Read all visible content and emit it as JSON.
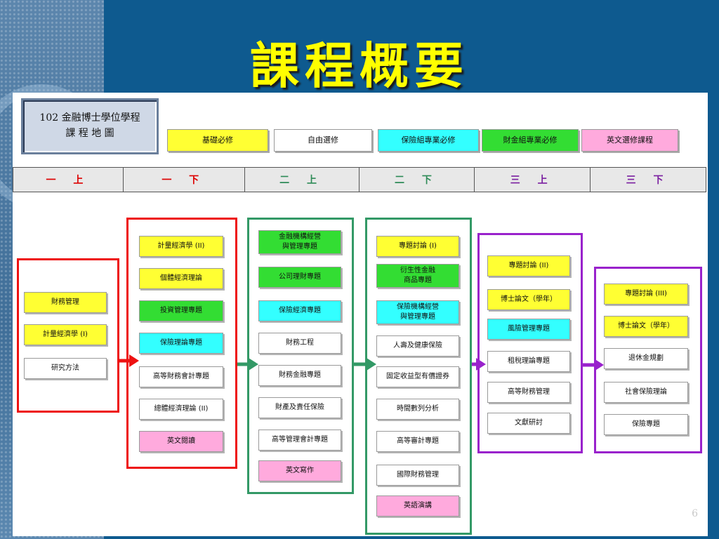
{
  "title": "課程概要",
  "page_number": "6",
  "program": {
    "line1": "102 金融博士學位學程",
    "line2": "課 程 地 圖"
  },
  "colors": {
    "required": "#ffff33",
    "elective": "#ffffff",
    "insurance": "#33ffff",
    "finance": "#33dd33",
    "english": "#ffaadd",
    "red": "#ee1111",
    "green": "#339966",
    "purple": "#9922cc"
  },
  "legend": [
    {
      "label": "基礎必修",
      "color": "#ffff33"
    },
    {
      "label": "自由選修",
      "color": "#ffffff"
    },
    {
      "label": "保險組專業必修",
      "color": "#33ffff"
    },
    {
      "label": "財金組專業必修",
      "color": "#33dd33"
    },
    {
      "label": "英文選修課程",
      "color": "#ffaadd"
    }
  ],
  "semesters": [
    {
      "label": "一 上",
      "color": "#dd0000"
    },
    {
      "label": "一 下",
      "color": "#dd0000"
    },
    {
      "label": "二 上",
      "color": "#2e8b57"
    },
    {
      "label": "二 下",
      "color": "#2e8b57"
    },
    {
      "label": "三 上",
      "color": "#7a1fa0"
    },
    {
      "label": "三 下",
      "color": "#7a1fa0"
    }
  ],
  "columns": [
    {
      "courses": [
        {
          "label": "財務管理",
          "color": "#ffff33"
        },
        {
          "label": "計量經濟學 (I)",
          "color": "#ffff33"
        },
        {
          "label": "研究方法",
          "color": "#ffffff"
        }
      ]
    },
    {
      "courses": [
        {
          "label": "計量經濟學 (II)",
          "color": "#ffff33"
        },
        {
          "label": "個體經濟理論",
          "color": "#ffff33"
        },
        {
          "label": "投資管理專題",
          "color": "#33dd33"
        },
        {
          "label": "保險理論專題",
          "color": "#33ffff"
        },
        {
          "label": "高等財務會計專題",
          "color": "#ffffff"
        },
        {
          "label": "總體經濟理論 (II)",
          "color": "#ffffff"
        },
        {
          "label": "英文閱讀",
          "color": "#ffaadd"
        }
      ]
    },
    {
      "courses": [
        {
          "label": "金融機構經營\n與管理專題",
          "color": "#33dd33"
        },
        {
          "label": "公司理財專題",
          "color": "#33dd33"
        },
        {
          "label": "保險經濟專題",
          "color": "#33ffff"
        },
        {
          "label": "財務工程",
          "color": "#ffffff"
        },
        {
          "label": "財務金融專題",
          "color": "#ffffff"
        },
        {
          "label": "財產及責任保險",
          "color": "#ffffff"
        },
        {
          "label": "高等管理會計專題",
          "color": "#ffffff"
        },
        {
          "label": "英文寫作",
          "color": "#ffaadd"
        }
      ]
    },
    {
      "courses": [
        {
          "label": "專題討論 (I)",
          "color": "#ffff33"
        },
        {
          "label": "衍生性金融\n商品專題",
          "color": "#33dd33"
        },
        {
          "label": "保險機構經營\n與管理專題",
          "color": "#33ffff"
        },
        {
          "label": "人壽及健康保險",
          "color": "#ffffff"
        },
        {
          "label": "固定收益型有價證券",
          "color": "#ffffff"
        },
        {
          "label": "時間數列分析",
          "color": "#ffffff"
        },
        {
          "label": "高等審計專題",
          "color": "#ffffff"
        },
        {
          "label": "國際財務管理",
          "color": "#ffffff"
        },
        {
          "label": "英語演講",
          "color": "#ffaadd"
        }
      ]
    },
    {
      "courses": [
        {
          "label": "專題討論 (II)",
          "color": "#ffff33"
        },
        {
          "label": "博士論文（學年）",
          "color": "#ffff33"
        },
        {
          "label": "風險管理專題",
          "color": "#33ffff"
        },
        {
          "label": "租稅理論專題",
          "color": "#ffffff"
        },
        {
          "label": "高等財務管理",
          "color": "#ffffff"
        },
        {
          "label": "文獻研討",
          "color": "#ffffff"
        }
      ]
    },
    {
      "courses": [
        {
          "label": "專題討論 (III)",
          "color": "#ffff33"
        },
        {
          "label": "博士論文（學年）",
          "color": "#ffff33"
        },
        {
          "label": "退休金規劃",
          "color": "#ffffff"
        },
        {
          "label": "社會保險理論",
          "color": "#ffffff"
        },
        {
          "label": "保險專題",
          "color": "#ffffff"
        }
      ]
    }
  ]
}
